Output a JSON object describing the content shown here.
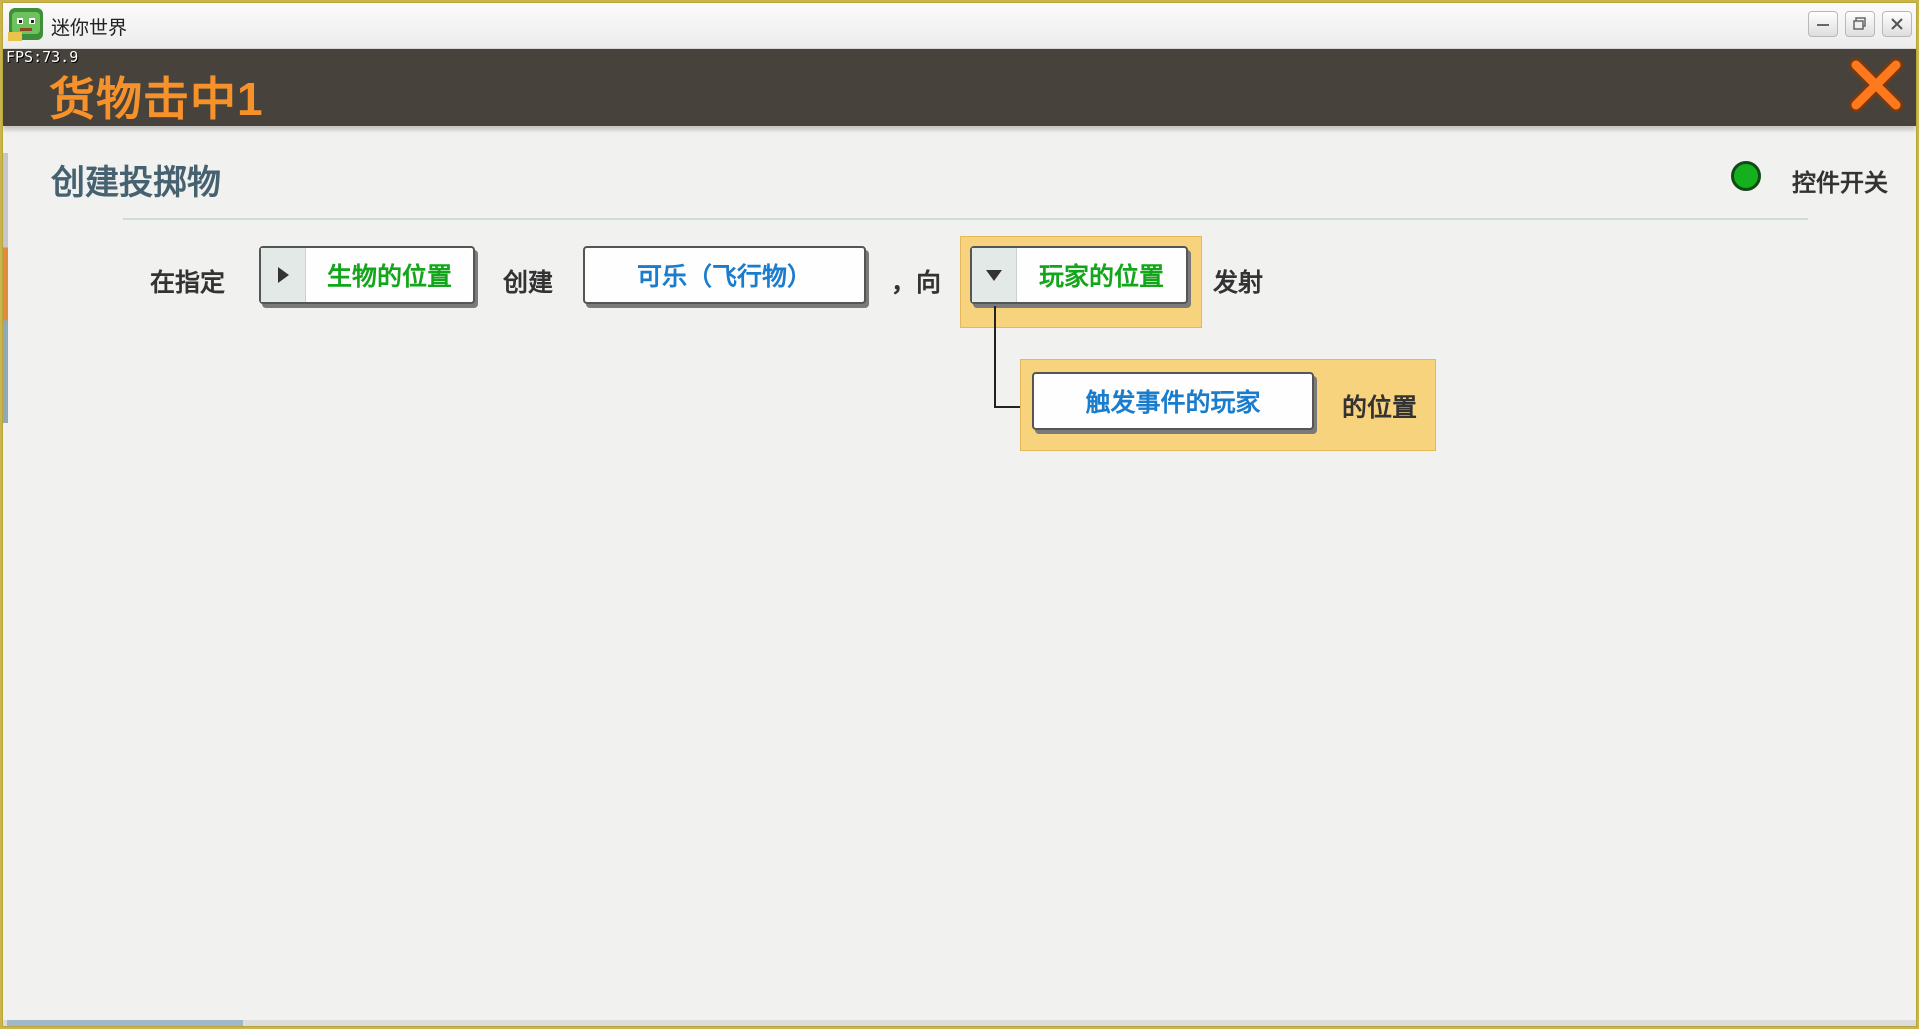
{
  "window": {
    "title": "迷你世界",
    "fps": "FPS:73.9"
  },
  "header": {
    "title": "货物击中1"
  },
  "section": {
    "title": "创建投掷物",
    "switch_label": "控件开关",
    "switch_color": "#15b01e"
  },
  "sentence": {
    "part1": "在指定",
    "position_param": "生物的位置",
    "part2": "创建",
    "projectile_param": "可乐（飞行物）",
    "part3": "，向",
    "target_param": "玩家的位置",
    "part4": "发射"
  },
  "sub_param": {
    "player_param": "触发事件的玩家",
    "suffix": "的位置"
  },
  "colors": {
    "accent_orange": "#f7922a",
    "header_bg": "#47433c",
    "param_green": "#13a51a",
    "param_blue": "#1a7ccc",
    "highlight": "#f8d37e"
  }
}
